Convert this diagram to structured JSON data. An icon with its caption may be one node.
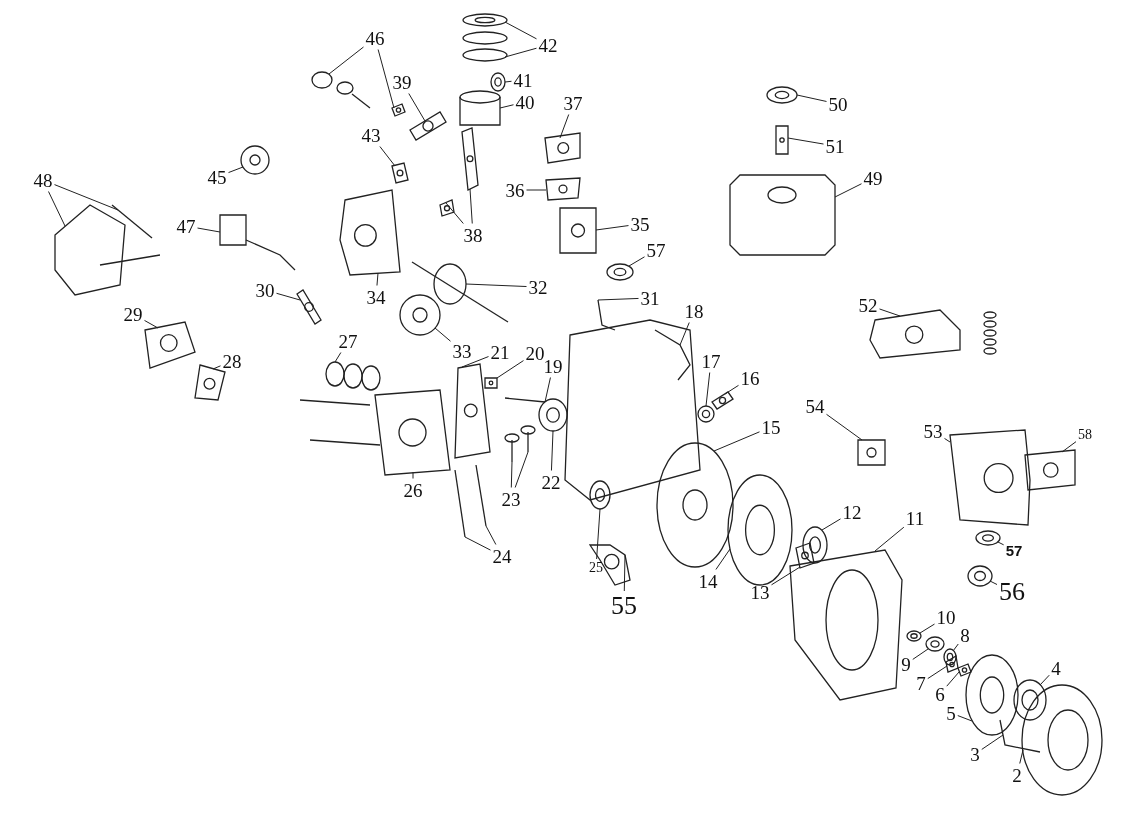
{
  "diagram": {
    "nodes": [
      {
        "text": [
          "42"
        ]
      },
      {
        "text": [
          "46"
        ]
      },
      {
        "text": [
          "41"
        ]
      },
      {
        "text": [
          "39"
        ]
      },
      {
        "text": [
          "40"
        ]
      },
      {
        "text": [
          "50"
        ]
      },
      {
        "text": [
          "37"
        ]
      },
      {
        "text": [
          "43"
        ]
      },
      {
        "text": [
          "51"
        ]
      },
      {
        "text": [
          "45"
        ]
      },
      {
        "text": [
          "49"
        ]
      },
      {
        "text": [
          "48"
        ]
      },
      {
        "text": [
          "36"
        ]
      },
      {
        "text": [
          "35"
        ]
      },
      {
        "text": [
          "47"
        ]
      },
      {
        "text": [
          "38"
        ]
      },
      {
        "text": [
          "57"
        ]
      },
      {
        "text": [
          "32"
        ]
      },
      {
        "text": [
          "30"
        ]
      },
      {
        "text": [
          "34"
        ]
      },
      {
        "text": [
          "31"
        ]
      },
      {
        "text": [
          "52"
        ]
      },
      {
        "text": [
          "18"
        ]
      },
      {
        "text": [
          "29"
        ]
      },
      {
        "text": [
          "27"
        ]
      },
      {
        "text": [
          "33"
        ]
      },
      {
        "text": [
          "21"
        ]
      },
      {
        "text": [
          "20"
        ]
      },
      {
        "text": [
          "19"
        ]
      },
      {
        "text": [
          "28"
        ]
      },
      {
        "text": [
          "17"
        ]
      },
      {
        "text": [
          "16"
        ]
      },
      {
        "text": [
          "54"
        ]
      },
      {
        "text": [
          "15"
        ]
      },
      {
        "text": [
          "53"
        ]
      },
      {
        "text": [
          "58"
        ]
      },
      {
        "text": [
          "22"
        ]
      },
      {
        "text": [
          "26"
        ]
      },
      {
        "text": [
          "23"
        ]
      },
      {
        "text": [
          "12"
        ]
      },
      {
        "text": [
          "11"
        ]
      },
      {
        "text": [
          "57"
        ]
      },
      {
        "text": [
          "24"
        ]
      },
      {
        "text": [
          "25"
        ]
      },
      {
        "text": [
          "14"
        ]
      },
      {
        "text": [
          "13"
        ]
      },
      {
        "text": [
          "56"
        ]
      },
      {
        "text": [
          "55"
        ]
      },
      {
        "text": [
          "10"
        ]
      },
      {
        "text": [
          "8"
        ]
      },
      {
        "text": [
          "9"
        ]
      },
      {
        "text": [
          "7"
        ]
      },
      {
        "text": [
          "6"
        ]
      },
      {
        "text": [
          "5"
        ]
      },
      {
        "text": [
          "4"
        ]
      },
      {
        "text": [
          "3"
        ]
      },
      {
        "text": [
          "2"
        ]
      },
      {
        "text": [],
        "shape": "picture"
      },
      {
        "text": [],
        "shape": "picture"
      },
      {
        "text": [],
        "shape": "picture"
      },
      {
        "text": [],
        "shape": "picture"
      },
      {
        "text": [],
        "shape": "picture"
      },
      {
        "text": [],
        "shape": "picture"
      },
      {
        "text": [],
        "shape": "picture"
      },
      {
        "text": [],
        "shape": "picture"
      },
      {
        "text": [],
        "shape": "picture"
      },
      {
        "text": [],
        "shape": "picture"
      },
      {
        "text": [],
        "shape": "picture"
      },
      {
        "text": [],
        "shape": "picture"
      },
      {
        "text": [],
        "shape": "picture"
      },
      {
        "text": [],
        "shape": "picture"
      },
      {
        "text": [],
        "shape": "picture"
      },
      {
        "text": [],
        "shape": "picture"
      },
      {
        "text": [],
        "shape": "picture"
      },
      {
        "text": [],
        "shape": "picture"
      },
      {
        "text": [],
        "shape": "picture"
      },
      {
        "text": [],
        "shape": "picture"
      },
      {
        "text": [],
        "shape": "picture"
      },
      {
        "text": [],
        "shape": "picture"
      },
      {
        "text": [],
        "shape": "picture"
      },
      {
        "text": [],
        "shape": "picture"
      },
      {
        "text": [],
        "shape": "picture"
      },
      {
        "text": [],
        "shape": "picture"
      },
      {
        "text": [],
        "shape": "picture"
      },
      {
        "text": [],
        "shape": "picture"
      },
      {
        "text": [],
        "shape": "picture"
      },
      {
        "text": [],
        "shape": "picture"
      },
      {
        "text": [],
        "shape": "picture"
      },
      {
        "text": [],
        "shape": "picture"
      },
      {
        "text": [],
        "shape": "picture"
      },
      {
        "text": [],
        "shape": "picture"
      },
      {
        "text": [],
        "shape": "picture"
      },
      {
        "text": [],
        "shape": "picture"
      },
      {
        "text": [],
        "shape": "picture"
      },
      {
        "text": [],
        "shape": "picture"
      },
      {
        "text": [],
        "shape": "picture"
      },
      {
        "text": [],
        "shape": "picture"
      },
      {
        "text": [],
        "shape": "picture"
      },
      {
        "text": [],
        "shape": "picture"
      },
      {
        "text": [],
        "shape": "picture"
      },
      {
        "text": [],
        "shape": "picture"
      },
      {
        "text": [],
        "shape": "picture"
      },
      {
        "text": [],
        "shape": "picture"
      },
      {
        "text": [],
        "shape": "picture"
      },
      {
        "text": [],
        "shape": "picture"
      },
      {
        "text": [],
        "shape": "picture"
      },
      {
        "text": [],
        "shape": "picture"
      },
      {
        "text": [],
        "shape": "picture"
      },
      {
        "text": [],
        "shape": "picture"
      },
      {
        "text": [],
        "shape": "picture"
      },
      {
        "text": [],
        "shape": "picture"
      },
      {
        "text": [],
        "shape": "picture"
      },
      {
        "text": [],
        "shape": "picture"
      },
      {
        "text": [],
        "shape": "picture"
      },
      {
        "text": [],
        "shape": "picture"
      },
      {
        "text": [],
        "shape": "picture"
      },
      {
        "text": [],
        "shape": "picture"
      },
      {
        "text": [],
        "shape": "picture"
      },
      {
        "text": [],
        "shape": "picture"
      },
      {
        "text": [],
        "shape": "picture"
      }
    ],
    "edges": [
      {
        "from": 0,
        "to": 57,
        "arrow": "none"
      },
      {
        "from": 0,
        "to": 58,
        "arrow": "none"
      },
      {
        "from": 1,
        "to": 59,
        "arrow": "none"
      },
      {
        "from": 1,
        "to": 60,
        "arrow": "none"
      },
      {
        "from": 2,
        "to": 61,
        "arrow": "none"
      },
      {
        "from": 3,
        "to": 62,
        "arrow": "none"
      },
      {
        "from": 4,
        "to": 63,
        "arrow": "none"
      },
      {
        "from": 5,
        "to": 64,
        "arrow": "none"
      },
      {
        "from": 6,
        "to": 65,
        "arrow": "none"
      },
      {
        "from": 7,
        "to": 66,
        "arrow": "none"
      },
      {
        "from": 8,
        "to": 67,
        "arrow": "none"
      },
      {
        "from": 9,
        "to": 68,
        "arrow": "none"
      },
      {
        "from": 10,
        "to": 69,
        "arrow": "none"
      },
      {
        "from": 11,
        "to": 70,
        "arrow": "none"
      },
      {
        "from": 11,
        "to": 71,
        "arrow": "none"
      },
      {
        "from": 12,
        "to": 72,
        "arrow": "none"
      },
      {
        "from": 13,
        "to": 73,
        "arrow": "none"
      },
      {
        "from": 14,
        "to": 74,
        "arrow": "none"
      },
      {
        "from": 15,
        "to": 75,
        "arrow": "none"
      },
      {
        "from": 15,
        "to": 76,
        "arrow": "none"
      },
      {
        "from": 16,
        "to": 77,
        "arrow": "none"
      },
      {
        "from": 17,
        "to": 78,
        "arrow": "none"
      },
      {
        "from": 18,
        "to": 79,
        "arrow": "none"
      },
      {
        "from": 19,
        "to": 80,
        "arrow": "none"
      },
      {
        "from": 20,
        "to": 81,
        "arrow": "none"
      },
      {
        "from": 21,
        "to": 82,
        "arrow": "none"
      },
      {
        "from": 22,
        "to": 83,
        "arrow": "none"
      },
      {
        "from": 23,
        "to": 84,
        "arrow": "none"
      },
      {
        "from": 24,
        "to": 85,
        "arrow": "none"
      },
      {
        "from": 25,
        "to": 86,
        "arrow": "none"
      },
      {
        "from": 26,
        "to": 87,
        "arrow": "none"
      },
      {
        "from": 27,
        "to": 88,
        "arrow": "none"
      },
      {
        "from": 28,
        "to": 89,
        "arrow": "none"
      },
      {
        "from": 29,
        "to": 90,
        "arrow": "none"
      },
      {
        "from": 30,
        "to": 91,
        "arrow": "none"
      },
      {
        "from": 31,
        "to": 92,
        "arrow": "none"
      },
      {
        "from": 32,
        "to": 93,
        "arrow": "none"
      },
      {
        "from": 33,
        "to": 94,
        "arrow": "none"
      },
      {
        "from": 34,
        "to": 95,
        "arrow": "none"
      },
      {
        "from": 35,
        "to": 96,
        "arrow": "none"
      },
      {
        "from": 36,
        "to": 97,
        "arrow": "none"
      },
      {
        "from": 37,
        "to": 98,
        "arrow": "none"
      },
      {
        "from": 38,
        "to": 99,
        "arrow": "none"
      },
      {
        "from": 38,
        "to": 100,
        "arrow": "none"
      },
      {
        "from": 39,
        "to": 101,
        "arrow": "none"
      },
      {
        "from": 40,
        "to": 102,
        "arrow": "none"
      },
      {
        "from": 41,
        "to": 103,
        "arrow": "none"
      },
      {
        "from": 42,
        "to": 104,
        "arrow": "none"
      },
      {
        "from": 42,
        "to": 105,
        "arrow": "none"
      },
      {
        "from": 43,
        "to": 106,
        "arrow": "none"
      },
      {
        "from": 44,
        "to": 107,
        "arrow": "none"
      },
      {
        "from": 45,
        "to": 108,
        "arrow": "none"
      },
      {
        "from": 46,
        "to": 109,
        "arrow": "none"
      },
      {
        "from": 47,
        "to": 110,
        "arrow": "none"
      },
      {
        "from": 48,
        "to": 111,
        "arrow": "none"
      },
      {
        "from": 49,
        "to": 112,
        "arrow": "none"
      },
      {
        "from": 50,
        "to": 113,
        "arrow": "none"
      },
      {
        "from": 51,
        "to": 114,
        "arrow": "none"
      },
      {
        "from": 52,
        "to": 115,
        "arrow": "none"
      },
      {
        "from": 53,
        "to": 116,
        "arrow": "none"
      },
      {
        "from": 54,
        "to": 117,
        "arrow": "none"
      },
      {
        "from": 55,
        "to": 118,
        "arrow": "none"
      },
      {
        "from": 56,
        "to": 119,
        "arrow": "none"
      }
    ]
  }
}
